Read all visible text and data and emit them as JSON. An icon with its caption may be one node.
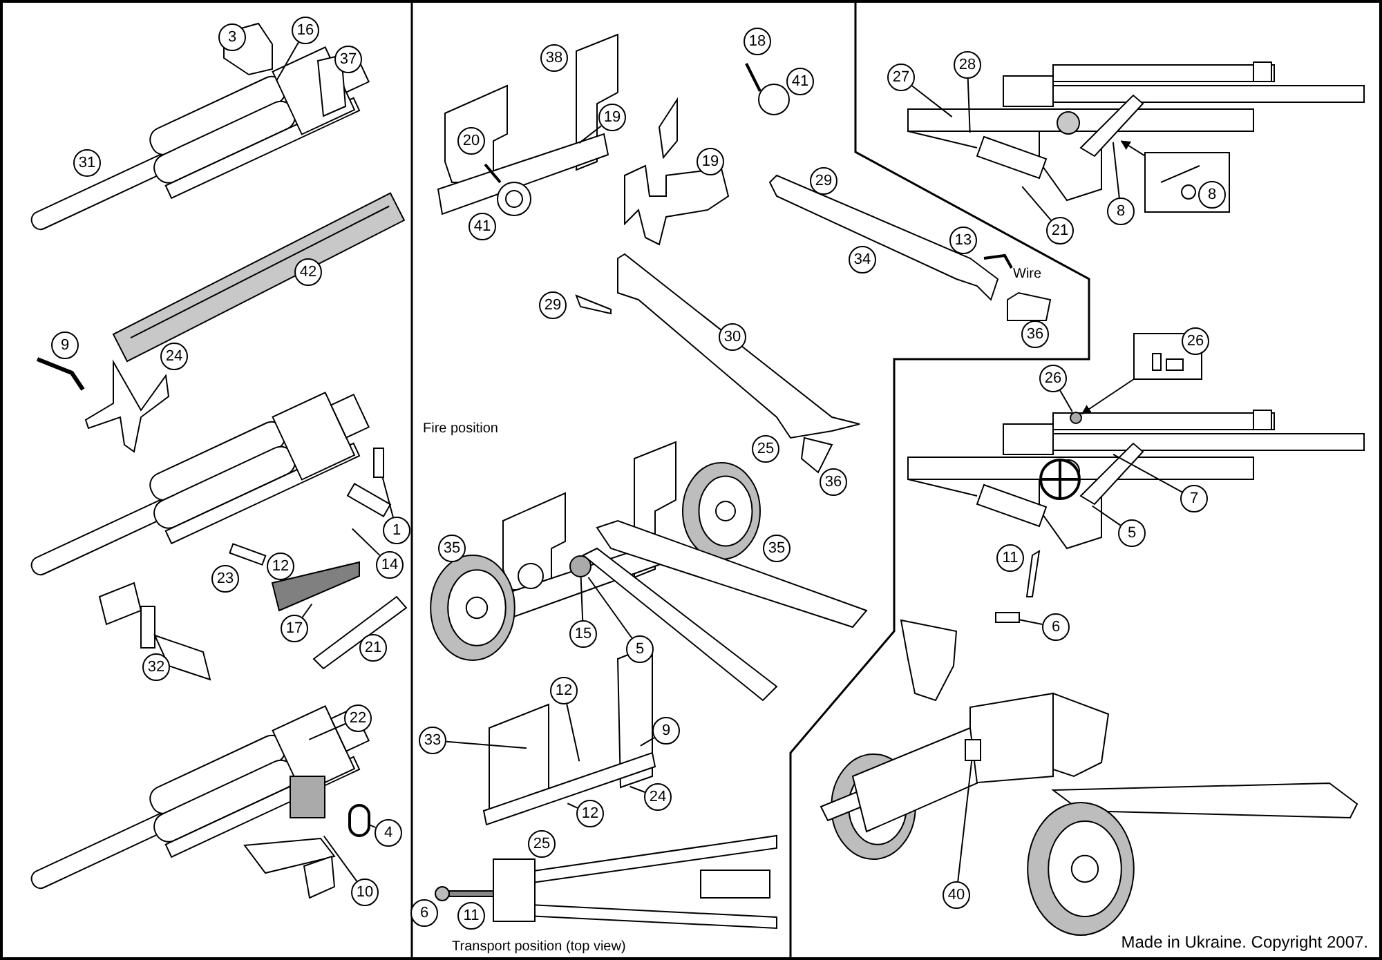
{
  "diagram": {
    "nodes": [
      {
        "text": [
          "3"
        ]
      },
      {
        "text": [
          "16"
        ]
      },
      {
        "text": [
          "37"
        ]
      },
      {
        "text": [
          "31"
        ]
      },
      {
        "text": [
          "42"
        ]
      },
      {
        "text": [
          "9"
        ]
      },
      {
        "text": [
          "24"
        ]
      },
      {
        "text": [
          "1"
        ]
      },
      {
        "text": [
          "14"
        ]
      },
      {
        "text": [
          "12"
        ]
      },
      {
        "text": [
          "23"
        ]
      },
      {
        "text": [
          "17"
        ]
      },
      {
        "text": [
          "21"
        ]
      },
      {
        "text": [
          "32"
        ]
      },
      {
        "text": [
          "22"
        ]
      },
      {
        "text": [
          "4"
        ]
      },
      {
        "text": [
          "10"
        ]
      },
      {
        "text": [
          "38"
        ]
      },
      {
        "text": [
          "19"
        ]
      },
      {
        "text": [
          "20"
        ]
      },
      {
        "text": [
          "41"
        ]
      },
      {
        "text": [
          "18"
        ]
      },
      {
        "text": [
          "41"
        ]
      },
      {
        "text": [
          "19"
        ]
      },
      {
        "text": [
          "29"
        ]
      },
      {
        "text": [
          "29"
        ]
      },
      {
        "text": [
          "30"
        ]
      },
      {
        "text": [
          "25"
        ]
      },
      {
        "text": [
          "36"
        ]
      },
      {
        "text": [
          "35"
        ]
      },
      {
        "text": [
          "35"
        ]
      },
      {
        "text": [
          "15"
        ]
      },
      {
        "text": [
          "5"
        ]
      },
      {
        "text": [
          "12"
        ]
      },
      {
        "text": [
          "33"
        ]
      },
      {
        "text": [
          "9"
        ]
      },
      {
        "text": [
          "24"
        ]
      },
      {
        "text": [
          "12"
        ]
      },
      {
        "text": [
          "25"
        ]
      },
      {
        "text": [
          "6"
        ]
      },
      {
        "text": [
          "11"
        ]
      },
      {
        "text": [
          "27"
        ]
      },
      {
        "text": [
          "28"
        ]
      },
      {
        "text": [
          "21"
        ]
      },
      {
        "text": [
          "8"
        ]
      },
      {
        "text": [],
        "shape": "box"
      },
      {
        "text": [
          "8"
        ],
        "in": 45
      },
      {
        "text": [
          "13"
        ]
      },
      {
        "text": [
          "36"
        ]
      },
      {
        "text": [],
        "shape": "box"
      },
      {
        "text": [
          "26"
        ],
        "in": 49
      },
      {
        "text": [
          "26"
        ]
      },
      {
        "text": [
          "7"
        ]
      },
      {
        "text": [
          "5"
        ]
      },
      {
        "text": [
          "11"
        ]
      },
      {
        "text": [
          "6"
        ]
      },
      {
        "text": [
          "40"
        ]
      },
      {
        "text": [
          "34"
        ]
      },
      {
        "text": [],
        "shape": "bar"
      },
      {
        "text": [],
        "shape": "circle"
      },
      {
        "text": [],
        "shape": "circle"
      },
      {
        "text": [],
        "shape": "circle"
      },
      {
        "text": [],
        "shape": "box"
      },
      {
        "text": [],
        "shape": "box"
      }
    ],
    "edges": [
      {
        "from": 1,
        "to": null,
        "arrow": "none"
      },
      {
        "from": 18,
        "to": null,
        "arrow": "none"
      },
      {
        "from": 7,
        "to": 58,
        "arrow": "none"
      },
      {
        "from": 8,
        "to": null,
        "arrow": "none"
      },
      {
        "from": 11,
        "to": null,
        "arrow": "none"
      },
      {
        "from": 14,
        "to": null,
        "arrow": "none"
      },
      {
        "from": 15,
        "to": 59,
        "arrow": "none"
      },
      {
        "from": 16,
        "to": null,
        "arrow": "none"
      },
      {
        "from": 31,
        "to": 61,
        "arrow": "none"
      },
      {
        "from": 32,
        "to": 61,
        "arrow": "none"
      },
      {
        "from": 33,
        "to": null,
        "arrow": "none"
      },
      {
        "from": 34,
        "to": null,
        "arrow": "none"
      },
      {
        "from": 35,
        "to": null,
        "arrow": "none"
      },
      {
        "from": 36,
        "to": null,
        "arrow": "none"
      },
      {
        "from": 37,
        "to": null,
        "arrow": "none"
      },
      {
        "from": 41,
        "to": null,
        "arrow": "none"
      },
      {
        "from": 42,
        "to": null,
        "arrow": "none"
      },
      {
        "from": 43,
        "to": null,
        "arrow": "none"
      },
      {
        "from": 44,
        "to": null,
        "arrow": "none"
      },
      {
        "from": 45,
        "to": null,
        "arrow": "to"
      },
      {
        "from": 49,
        "to": 60,
        "arrow": "to"
      },
      {
        "from": 51,
        "to": 60,
        "arrow": "none"
      },
      {
        "from": 52,
        "to": null,
        "arrow": "none"
      },
      {
        "from": 53,
        "to": null,
        "arrow": "none"
      },
      {
        "from": 55,
        "to": 63,
        "arrow": "none"
      },
      {
        "from": 56,
        "to": 62,
        "arrow": "none"
      }
    ],
    "labels": [
      "Fire position",
      "Wire",
      "Transport position (top view)",
      "Made in Ukraine. Copyright 2007."
    ]
  }
}
